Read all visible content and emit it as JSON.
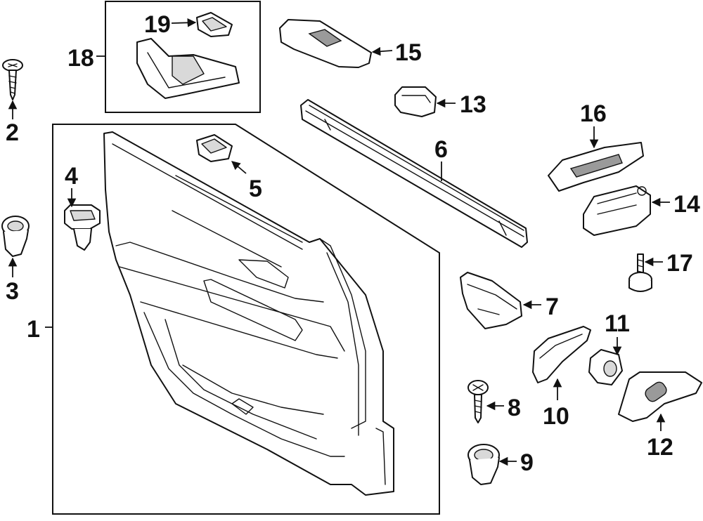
{
  "diagram": {
    "callouts": [
      "1",
      "2",
      "3",
      "4",
      "5",
      "6",
      "7",
      "8",
      "9",
      "10",
      "11",
      "12",
      "13",
      "14",
      "15",
      "16",
      "17",
      "18",
      "19"
    ],
    "colors": {
      "line": "#111111",
      "background": "#ffffff",
      "shade": "#d9d9d9"
    }
  }
}
